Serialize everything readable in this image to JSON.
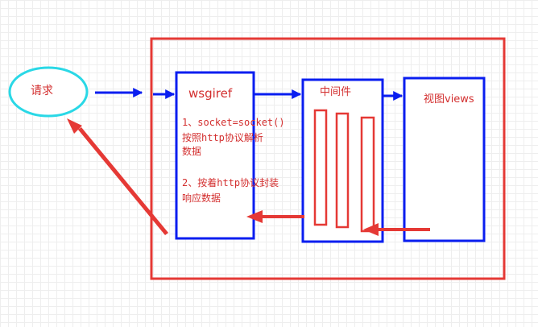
{
  "colors": {
    "red": "#e53935",
    "blue": "#0a1ef0",
    "cyan": "#2ad8e6",
    "label": "#d32f2f"
  },
  "nodes": {
    "request": "请求",
    "wsgiref": "wsgiref",
    "middleware": "中间件",
    "views": "视图views"
  },
  "wsgiref_notes": {
    "step1_line1": "1、socket=socket()",
    "step1_line2": "按照http协议解析",
    "step1_line3": "数据",
    "step2_line1": "2、按着http协议封装",
    "step2_line2": "响应数据"
  }
}
